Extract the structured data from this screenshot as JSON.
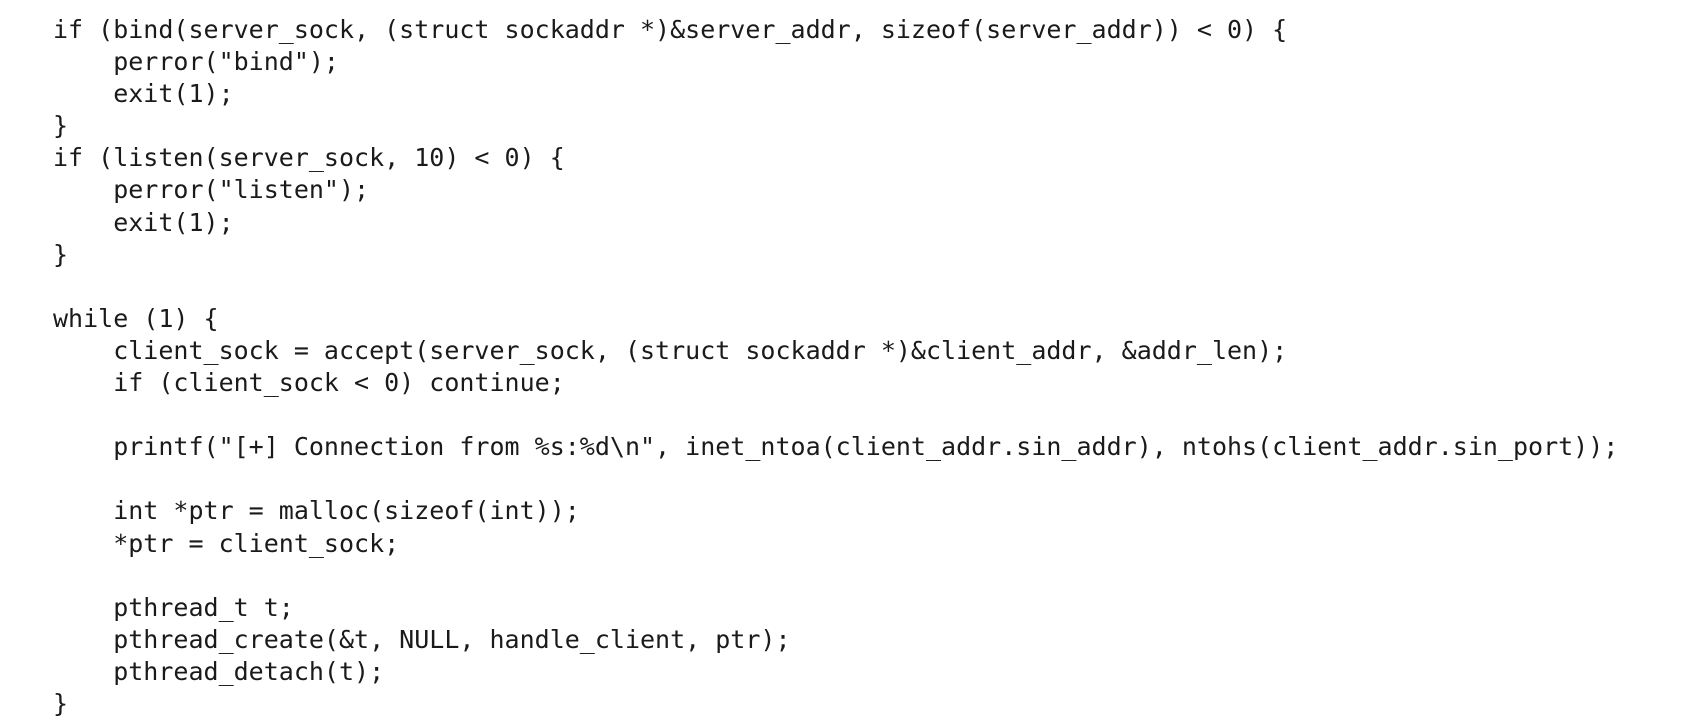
{
  "code": {
    "lines": [
      "if (bind(server_sock, (struct sockaddr *)&server_addr, sizeof(server_addr)) < 0) {",
      "    perror(\"bind\");",
      "    exit(1);",
      "}",
      "if (listen(server_sock, 10) < 0) {",
      "    perror(\"listen\");",
      "    exit(1);",
      "}",
      "",
      "while (1) {",
      "    client_sock = accept(server_sock, (struct sockaddr *)&client_addr, &addr_len);",
      "    if (client_sock < 0) continue;",
      "",
      "    printf(\"[+] Connection from %s:%d\\n\", inet_ntoa(client_addr.sin_addr), ntohs(client_addr.sin_port));",
      "",
      "    int *ptr = malloc(sizeof(int));",
      "    *ptr = client_sock;",
      "",
      "    pthread_t t;",
      "    pthread_create(&t, NULL, handle_client, ptr);",
      "    pthread_detach(t);",
      "}"
    ]
  }
}
